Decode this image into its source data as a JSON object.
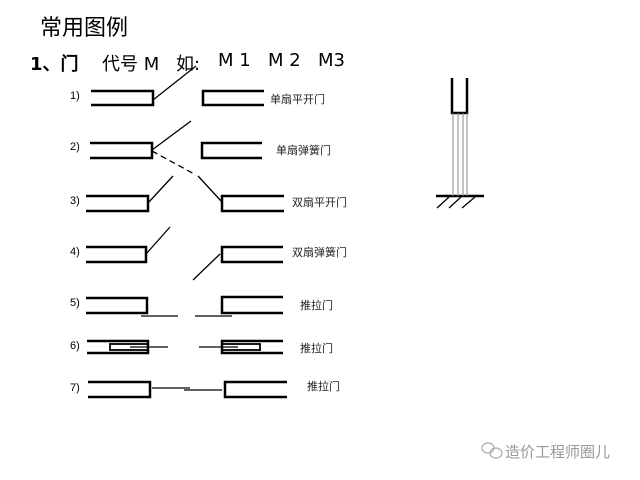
{
  "title": "常用图例",
  "section": {
    "number": "1、门",
    "code_label": "代号 M",
    "example_label": "如:",
    "examples": [
      "M 1",
      "M 2",
      "M3"
    ]
  },
  "rows": [
    {
      "num": "1)",
      "label": "单扇平开门"
    },
    {
      "num": "2)",
      "label": "单扇弹簧门"
    },
    {
      "num": "3)",
      "label": "双扇平开门"
    },
    {
      "num": "4)",
      "label": "双扇弹簧门"
    },
    {
      "num": "5)",
      "label": "推拉门"
    },
    {
      "num": "6)",
      "label": "推拉门"
    },
    {
      "num": "7)",
      "label": "推拉门"
    }
  ],
  "watermark": "造价工程师圈儿"
}
